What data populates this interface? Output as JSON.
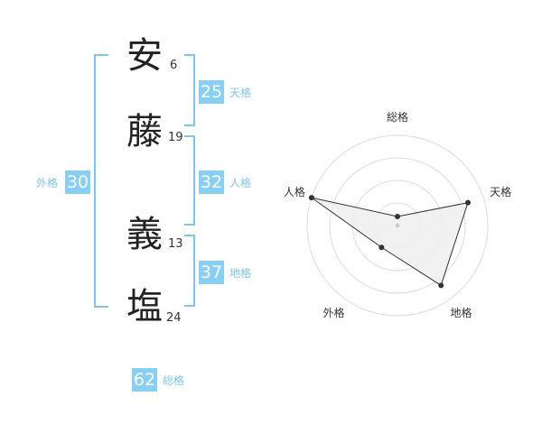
{
  "name": {
    "chars": [
      {
        "char": "安",
        "strokes": "6"
      },
      {
        "char": "藤",
        "strokes": "19"
      },
      {
        "char": "義",
        "strokes": "13"
      },
      {
        "char": "塩",
        "strokes": "24"
      }
    ]
  },
  "kaku": {
    "tenkaku": {
      "value": "25",
      "label": "天格"
    },
    "jinkaku": {
      "value": "32",
      "label": "人格"
    },
    "chikaku": {
      "value": "37",
      "label": "地格"
    },
    "gaikaku": {
      "value": "30",
      "label": "外格"
    },
    "soukaku": {
      "value": "62",
      "label": "総格"
    }
  },
  "colors": {
    "accent": "#88cff5",
    "accent_text": "#7cc6ee",
    "text": "#222222",
    "radar_fill": "#eeeeee",
    "radar_line": "#333333",
    "grid": "#dddddd"
  },
  "chart_data": {
    "type": "radar",
    "axes": [
      "総格",
      "天格",
      "地格",
      "外格",
      "人格"
    ],
    "values": [
      0.1,
      0.82,
      0.82,
      0.3,
      1.0
    ],
    "range": [
      0,
      1
    ],
    "grid_rings": 4,
    "fill": "#eeeeee",
    "line": "#333333"
  }
}
